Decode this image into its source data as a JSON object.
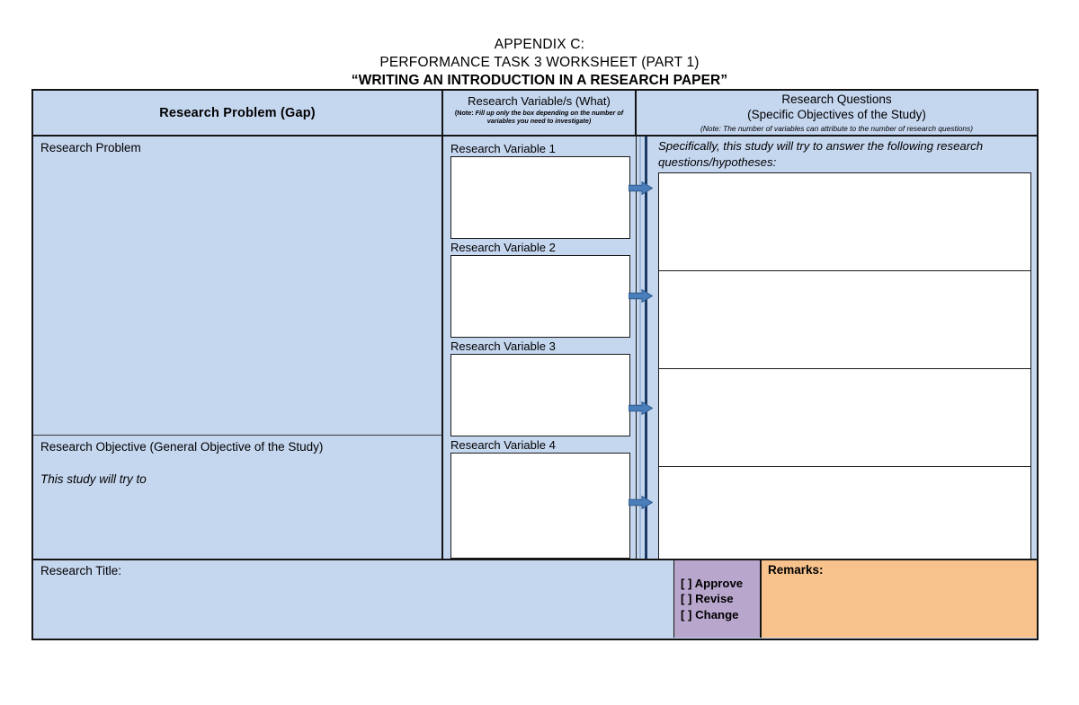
{
  "title": {
    "line1": "APPENDIX C:",
    "line2": "PERFORMANCE TASK 3 WORKSHEET (PART 1)",
    "line3": "“WRITING AN INTRODUCTION IN A RESEARCH PAPER”"
  },
  "header": {
    "problem": "Research Problem (Gap)",
    "variable_title": "Research Variable/s (What)",
    "variable_note_prefix": "(Note: ",
    "variable_note_italic": "Fill up only the box depending on the number of variables you need to investigate)",
    "questions_title_line1": "Research Questions",
    "questions_title_line2": "(Specific Objectives of the Study)",
    "questions_note": "(Note: The number of variables can attribute to the number of research questions)"
  },
  "problem_column": {
    "problem_label": "Research Problem",
    "objective_label": "Research Objective (General Objective of the Study)",
    "objective_stem": "This study will try to"
  },
  "variables": [
    {
      "label": "Research Variable 1",
      "value": ""
    },
    {
      "label": "Research Variable 2",
      "value": ""
    },
    {
      "label": "Research Variable 3",
      "value": ""
    },
    {
      "label": "Research Variable 4",
      "value": ""
    }
  ],
  "questions": {
    "intro": "Specifically, this study will try to answer the following research questions/hypotheses:",
    "boxes": [
      {
        "value": ""
      },
      {
        "value": ""
      },
      {
        "value": ""
      },
      {
        "value": ""
      }
    ]
  },
  "footer": {
    "research_title_label": "Research Title:",
    "research_title_value": "",
    "decisions": [
      "[  ] Approve",
      "[  ] Revise",
      "[  ] Change"
    ],
    "remarks_label": "Remarks:",
    "remarks_value": ""
  },
  "colors": {
    "panel_blue": "#c5d6ef",
    "approve_purple": "#b8a6cd",
    "remarks_orange": "#f7c28c",
    "arrow_blue": "#4a7ebb",
    "border_dark": "#141414"
  },
  "icons": {
    "connector": "arrow-right-icon"
  }
}
